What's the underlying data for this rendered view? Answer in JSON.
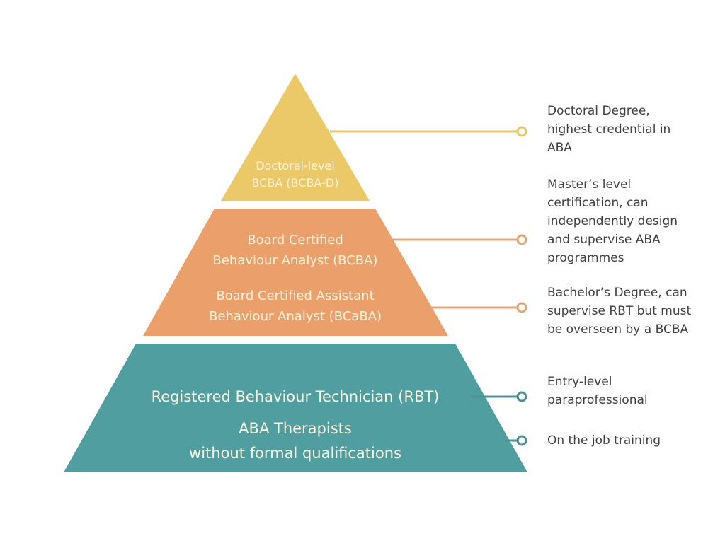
{
  "colors": {
    "doctoral": "#ebc868",
    "doctoral_line": "#e9c765",
    "bcba": "#eba06c",
    "bcba_line": "#e4a579",
    "rbt": "#509ea0",
    "rbt_line": "#4d9193",
    "tier_text": "#fbf3dc",
    "desc_text": "#3f3f3f",
    "background": "#ffffff"
  },
  "tiers": [
    {
      "id": "doctoral",
      "label_lines": [
        "Doctoral-level",
        "BCBA (BCBA-D)"
      ]
    },
    {
      "id": "bcba",
      "label_lines": [
        "Board Certified",
        "Behaviour Analyst (BCBA)"
      ]
    },
    {
      "id": "bcaba",
      "label_lines": [
        "Board Certified Assistant",
        "Behaviour Analyst (BCaBA)"
      ]
    },
    {
      "id": "rbt",
      "label_lines": [
        "Registered Behaviour Technician (RBT)"
      ]
    },
    {
      "id": "therapists",
      "label_lines": [
        "ABA Therapists",
        "without formal qualifications"
      ]
    }
  ],
  "descriptions": [
    {
      "tier": "doctoral",
      "lines": [
        "Doctoral Degree,",
        "highest credential in",
        "ABA"
      ]
    },
    {
      "tier": "bcba",
      "lines": [
        "Master’s level",
        "certification, can",
        "independently design",
        "and supervise ABA",
        "programmes"
      ]
    },
    {
      "tier": "bcaba",
      "lines": [
        "Bachelor’s Degree, can",
        "supervise RBT but must",
        "be overseen by a BCBA"
      ]
    },
    {
      "tier": "rbt",
      "lines": [
        "Entry-level",
        "paraprofessional"
      ]
    },
    {
      "tier": "therapists",
      "lines": [
        "On the job training"
      ]
    }
  ]
}
